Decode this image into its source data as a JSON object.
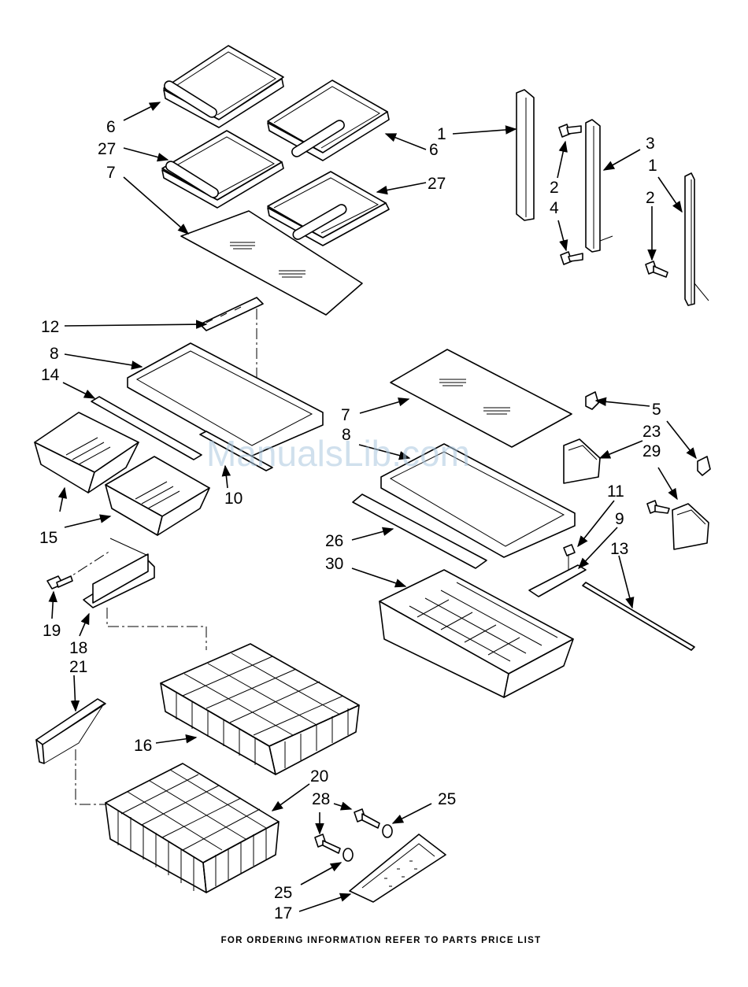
{
  "footer_note": "FOR ORDERING INFORMATION REFER TO PARTS PRICE LIST",
  "watermark": "ManualsLib.com",
  "callouts": [
    "1",
    "2",
    "3",
    "4",
    "5",
    "6",
    "7",
    "8",
    "9",
    "10",
    "11",
    "12",
    "13",
    "14",
    "15",
    "16",
    "17",
    "18",
    "19",
    "20",
    "21",
    "23",
    "25",
    "26",
    "27",
    "28",
    "29",
    "30"
  ]
}
